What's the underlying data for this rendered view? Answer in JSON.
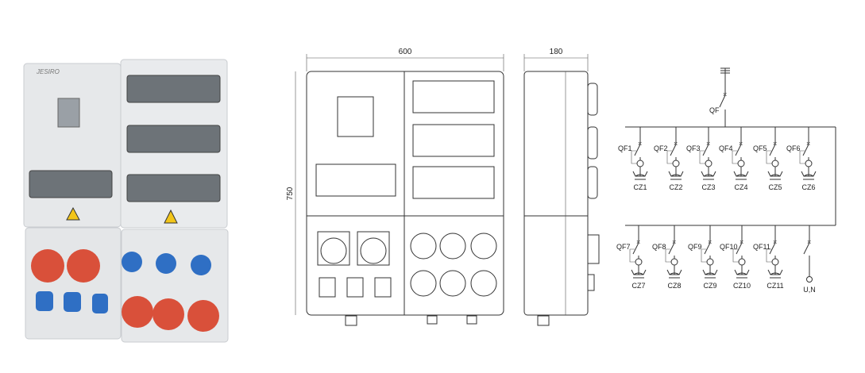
{
  "photo": {
    "brand": "JESIRO"
  },
  "drawing": {
    "front_width_label": "600",
    "height_label": "750",
    "side_width_label": "180"
  },
  "schematic": {
    "main_breaker": "QF",
    "top_row": [
      {
        "breaker": "QF1",
        "socket": "CZ1"
      },
      {
        "breaker": "QF2",
        "socket": "CZ2"
      },
      {
        "breaker": "QF3",
        "socket": "CZ3"
      },
      {
        "breaker": "QF4",
        "socket": "CZ4"
      },
      {
        "breaker": "QF5",
        "socket": "CZ5"
      },
      {
        "breaker": "QF6",
        "socket": "CZ6"
      }
    ],
    "bottom_row": [
      {
        "breaker": "QF7",
        "socket": "CZ7"
      },
      {
        "breaker": "QF8",
        "socket": "CZ8"
      },
      {
        "breaker": "QF9",
        "socket": "CZ9"
      },
      {
        "breaker": "QF10",
        "socket": "CZ10"
      },
      {
        "breaker": "QF11",
        "socket": "CZ11"
      }
    ],
    "terminal": "U,N"
  },
  "colors": {
    "red": "#d9503a",
    "blue": "#2f6fc4",
    "body": "#e8eaec"
  }
}
